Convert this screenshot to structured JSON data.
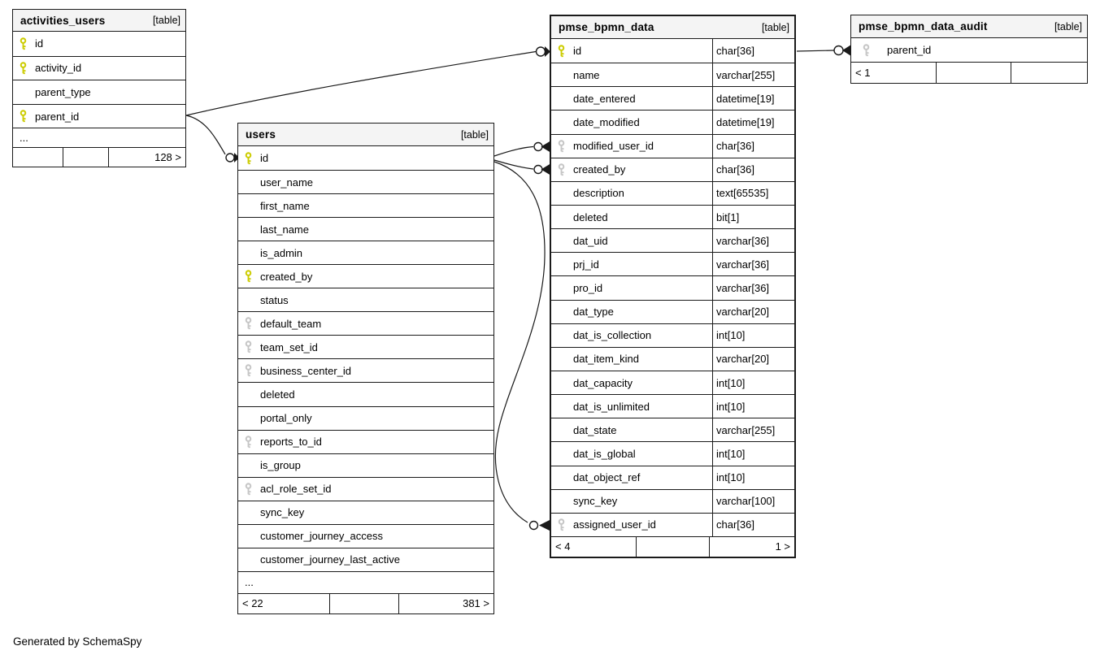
{
  "page": {
    "footer_note": "Generated by SchemaSpy",
    "ellipsis_label": "..."
  },
  "colors": {
    "primary_key_icon": "#cccc00",
    "foreign_key_icon": "#c6c6c6",
    "header_bg": "#f4f4f4",
    "line": "#1a1a1a"
  },
  "tables": [
    {
      "id": "activities_users",
      "title": "activities_users",
      "badge": "[table]",
      "columns": [
        {
          "name": "id",
          "key": "pk"
        },
        {
          "name": "activity_id",
          "key": "pk"
        },
        {
          "name": "parent_type",
          "key": null
        },
        {
          "name": "parent_id",
          "key": "pk"
        }
      ],
      "ellipsis": true,
      "footer": {
        "left": "",
        "mid": "",
        "right": "128 >"
      }
    },
    {
      "id": "users",
      "title": "users",
      "badge": "[table]",
      "columns": [
        {
          "name": "id",
          "key": "pk"
        },
        {
          "name": "user_name",
          "key": null
        },
        {
          "name": "first_name",
          "key": null
        },
        {
          "name": "last_name",
          "key": null
        },
        {
          "name": "is_admin",
          "key": null
        },
        {
          "name": "created_by",
          "key": "pk"
        },
        {
          "name": "status",
          "key": null
        },
        {
          "name": "default_team",
          "key": "fk"
        },
        {
          "name": "team_set_id",
          "key": "fk"
        },
        {
          "name": "business_center_id",
          "key": "fk"
        },
        {
          "name": "deleted",
          "key": null
        },
        {
          "name": "portal_only",
          "key": null
        },
        {
          "name": "reports_to_id",
          "key": "fk"
        },
        {
          "name": "is_group",
          "key": null
        },
        {
          "name": "acl_role_set_id",
          "key": "fk"
        },
        {
          "name": "sync_key",
          "key": null
        },
        {
          "name": "customer_journey_access",
          "key": null
        },
        {
          "name": "customer_journey_last_active",
          "key": null
        }
      ],
      "ellipsis": true,
      "footer": {
        "left": "< 22",
        "mid": "",
        "right": "381 >"
      }
    },
    {
      "id": "pmse_bpmn_data",
      "title": "pmse_bpmn_data",
      "badge": "[table]",
      "columns": [
        {
          "name": "id",
          "type": "char[36]",
          "key": "pk"
        },
        {
          "name": "name",
          "type": "varchar[255]",
          "key": null
        },
        {
          "name": "date_entered",
          "type": "datetime[19]",
          "key": null
        },
        {
          "name": "date_modified",
          "type": "datetime[19]",
          "key": null
        },
        {
          "name": "modified_user_id",
          "type": "char[36]",
          "key": "fk"
        },
        {
          "name": "created_by",
          "type": "char[36]",
          "key": "fk"
        },
        {
          "name": "description",
          "type": "text[65535]",
          "key": null
        },
        {
          "name": "deleted",
          "type": "bit[1]",
          "key": null
        },
        {
          "name": "dat_uid",
          "type": "varchar[36]",
          "key": null
        },
        {
          "name": "prj_id",
          "type": "varchar[36]",
          "key": null
        },
        {
          "name": "pro_id",
          "type": "varchar[36]",
          "key": null
        },
        {
          "name": "dat_type",
          "type": "varchar[20]",
          "key": null
        },
        {
          "name": "dat_is_collection",
          "type": "int[10]",
          "key": null
        },
        {
          "name": "dat_item_kind",
          "type": "varchar[20]",
          "key": null
        },
        {
          "name": "dat_capacity",
          "type": "int[10]",
          "key": null
        },
        {
          "name": "dat_is_unlimited",
          "type": "int[10]",
          "key": null
        },
        {
          "name": "dat_state",
          "type": "varchar[255]",
          "key": null
        },
        {
          "name": "dat_is_global",
          "type": "int[10]",
          "key": null
        },
        {
          "name": "dat_object_ref",
          "type": "int[10]",
          "key": null
        },
        {
          "name": "sync_key",
          "type": "varchar[100]",
          "key": null
        },
        {
          "name": "assigned_user_id",
          "type": "char[36]",
          "key": "fk"
        }
      ],
      "ellipsis": false,
      "footer": {
        "left": "< 4",
        "mid": "",
        "right": "1 >"
      }
    },
    {
      "id": "pmse_bpmn_data_audit",
      "title": "pmse_bpmn_data_audit",
      "badge": "[table]",
      "columns": [
        {
          "name": "parent_id",
          "key": "fk"
        }
      ],
      "ellipsis": false,
      "footer": {
        "left": "< 1",
        "mid": "",
        "right": ""
      }
    }
  ],
  "relationships": [
    {
      "from": "activities_users.parent_id",
      "to": "pmse_bpmn_data.id"
    },
    {
      "from": "activities_users.parent_id",
      "to": "users.id"
    },
    {
      "from": "pmse_bpmn_data.modified_user_id",
      "to": "users.id"
    },
    {
      "from": "pmse_bpmn_data.created_by",
      "to": "users.id"
    },
    {
      "from": "pmse_bpmn_data.assigned_user_id",
      "to": "users.id"
    },
    {
      "from": "pmse_bpmn_data_audit.parent_id",
      "to": "pmse_bpmn_data.id"
    }
  ]
}
